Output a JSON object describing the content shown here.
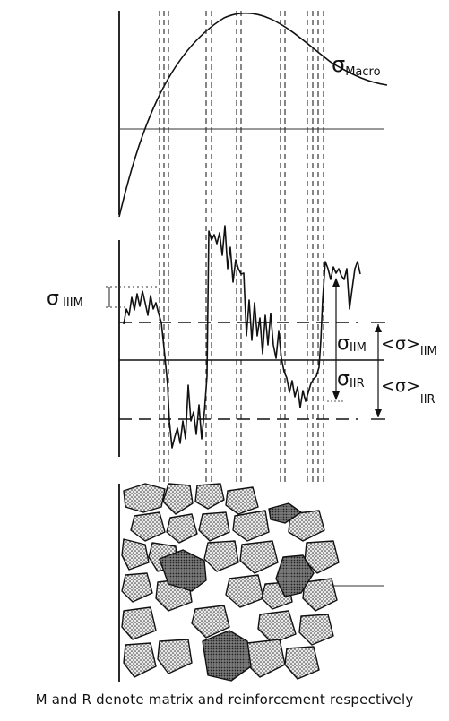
{
  "diagram": {
    "macro_label": {
      "sigma": "σ",
      "sub": "Macro"
    },
    "iii_label": {
      "sigma": "σ",
      "sub": " IIIM"
    },
    "iim_label": {
      "sigma": "σ",
      "sub": "IIM"
    },
    "iir_label": {
      "sigma": "σ",
      "sub": "IIR"
    },
    "avg_m_label": {
      "text": "<σ>",
      "sub": "IIM"
    },
    "avg_r_label": {
      "text": "<σ>",
      "sub": "IIR"
    }
  },
  "caption": "M and R denote matrix and reinforcement respectively"
}
